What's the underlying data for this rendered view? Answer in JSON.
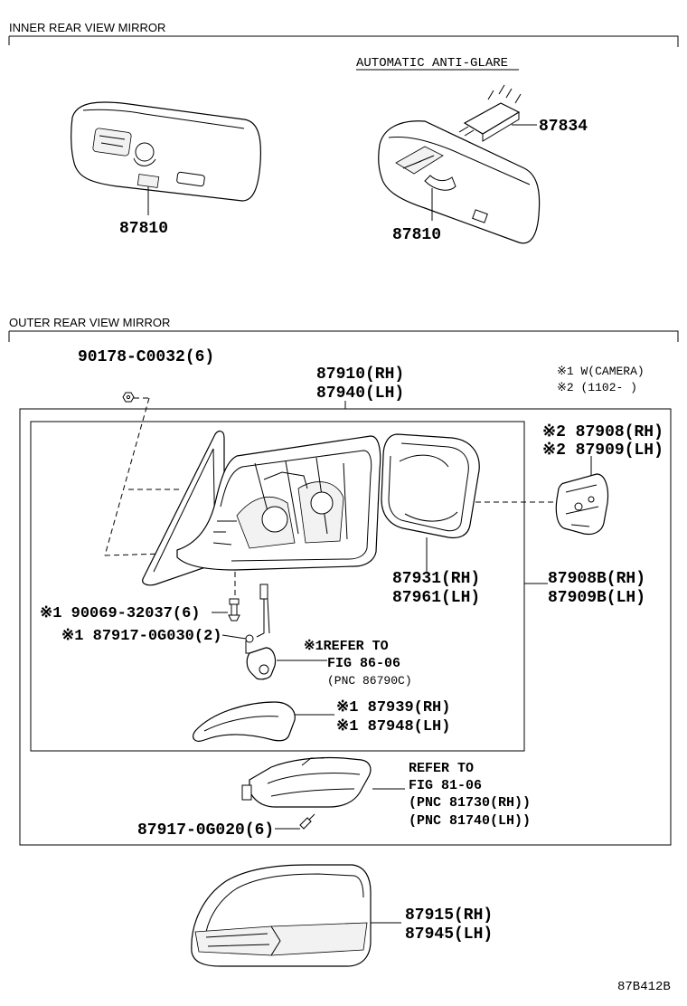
{
  "sections": {
    "inner_title": "INNER REAR VIEW MIRROR",
    "outer_title": "OUTER REAR VIEW MIRROR"
  },
  "inner": {
    "auto_label": "AUTOMATIC ANTI-GLARE",
    "mirror_left_pn": "87810",
    "mirror_right_pn": "87810",
    "sensor_pn": "87834"
  },
  "outer": {
    "notes": [
      "※1 W(CAMERA)",
      "※2 (1102-    )"
    ],
    "nut_label": "90178-C0032(6)",
    "assy": [
      "87910(RH)",
      "87940(LH)"
    ],
    "motor": [
      "※2 87908(RH)",
      "※2 87909(LH)"
    ],
    "glass": [
      "87931(RH)",
      "87961(LH)"
    ],
    "sub_assy": [
      "87908B(RH)",
      "87909B(LH)"
    ],
    "screw1": "※1 90069-32037(6)",
    "bracket": "※1 87917-0G030(2)",
    "camera_ref": [
      "※1REFER TO",
      "FIG 86-06",
      "(PNC 86790C)"
    ],
    "cover_part": [
      "※1 87939(RH)",
      "※1 87948(LH)"
    ],
    "lamp_ref": [
      "REFER TO",
      "FIG 81-06",
      "(PNC 81730(RH))",
      "(PNC 81740(LH))"
    ],
    "screw2": "87917-0G020(6)",
    "cap": [
      "87915(RH)",
      "87945(LH)"
    ]
  },
  "diagram_code": "87B412B"
}
